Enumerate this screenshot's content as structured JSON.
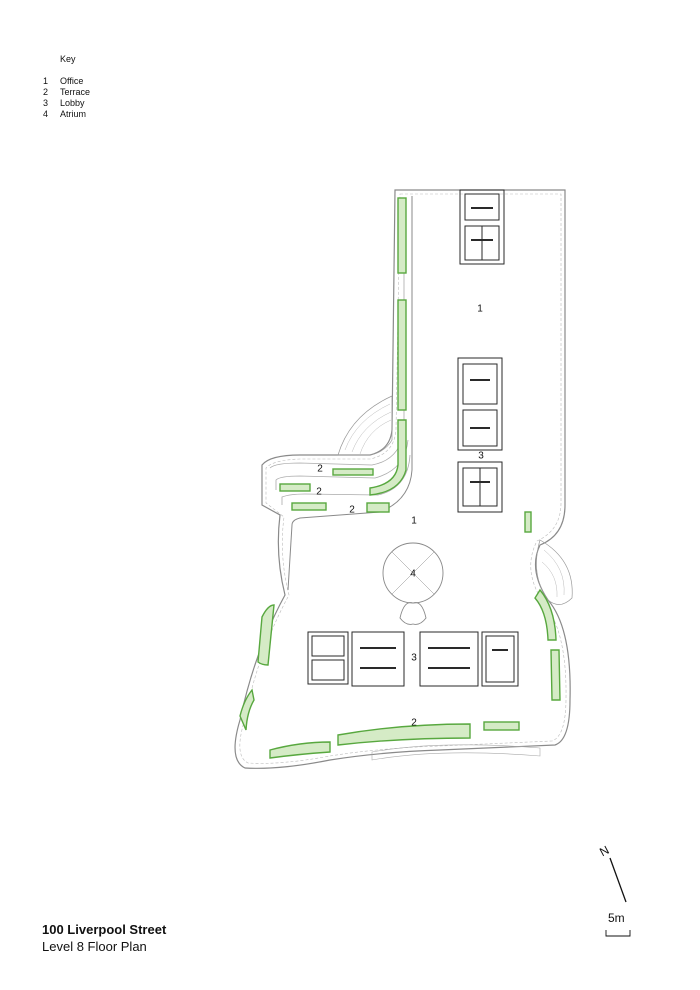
{
  "key": {
    "title": "Key",
    "items": [
      {
        "num": "1",
        "label": "Office"
      },
      {
        "num": "2",
        "label": "Terrace"
      },
      {
        "num": "3",
        "label": "Lobby"
      },
      {
        "num": "4",
        "label": "Atrium"
      }
    ]
  },
  "plan_labels": {
    "office_north": "1",
    "office_south": "1",
    "lobby_north": "3",
    "lobby_south": "3",
    "atrium": "4",
    "terrace_upper": "2",
    "terrace_middle": "2",
    "terrace_lower": "2",
    "terrace_south": "2"
  },
  "title": {
    "main": "100 Liverpool Street",
    "sub": "Level 8 Floor Plan"
  },
  "north_letter": "N",
  "scale_label": "5m",
  "colors": {
    "planting": "#d5ebc6",
    "planting_edge": "#58a83f",
    "wall": "#2a2a2a",
    "outline": "#8a8a8a"
  }
}
